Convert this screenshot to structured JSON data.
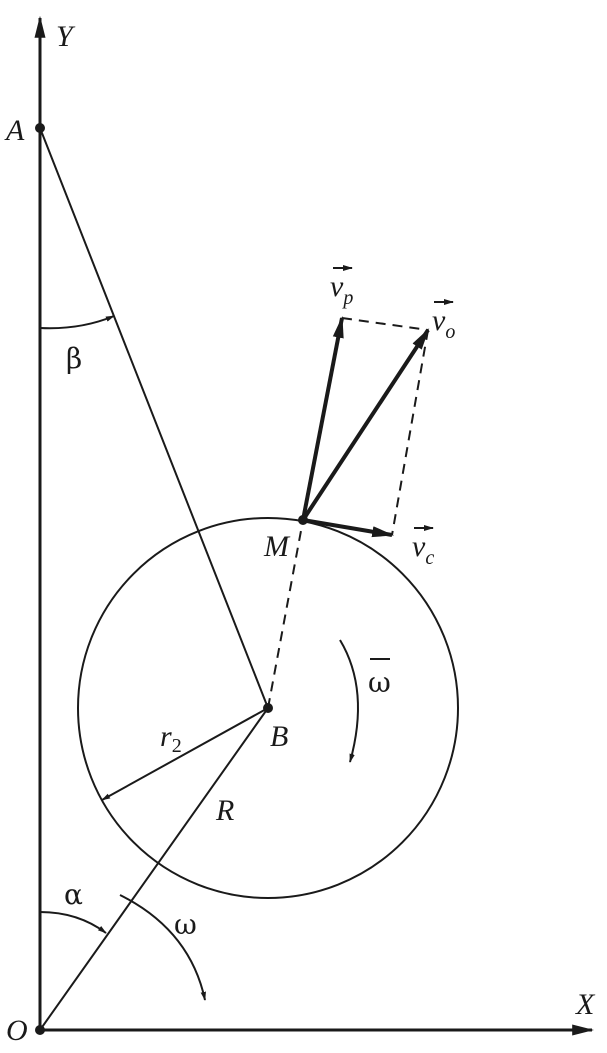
{
  "title": "Kinematics diagram of point M on rotating disk",
  "labels": {
    "y_axis": "Y",
    "x_axis": "X",
    "origin": "O",
    "point_a": "A",
    "point_b": "B",
    "point_m": "M",
    "angle_beta": "β",
    "angle_alpha": "α",
    "omega": "ω",
    "omega_bar": "ω",
    "radius_r": "R",
    "radius_r2": "r",
    "radius_r2_sub": "2",
    "vel_p": "v",
    "vel_p_sub": "p",
    "vel_o": "v",
    "vel_o_sub": "o",
    "vel_c": "v",
    "vel_c_sub": "c"
  },
  "colors": {
    "stroke": "#1a1a1a",
    "background": "#ffffff"
  }
}
